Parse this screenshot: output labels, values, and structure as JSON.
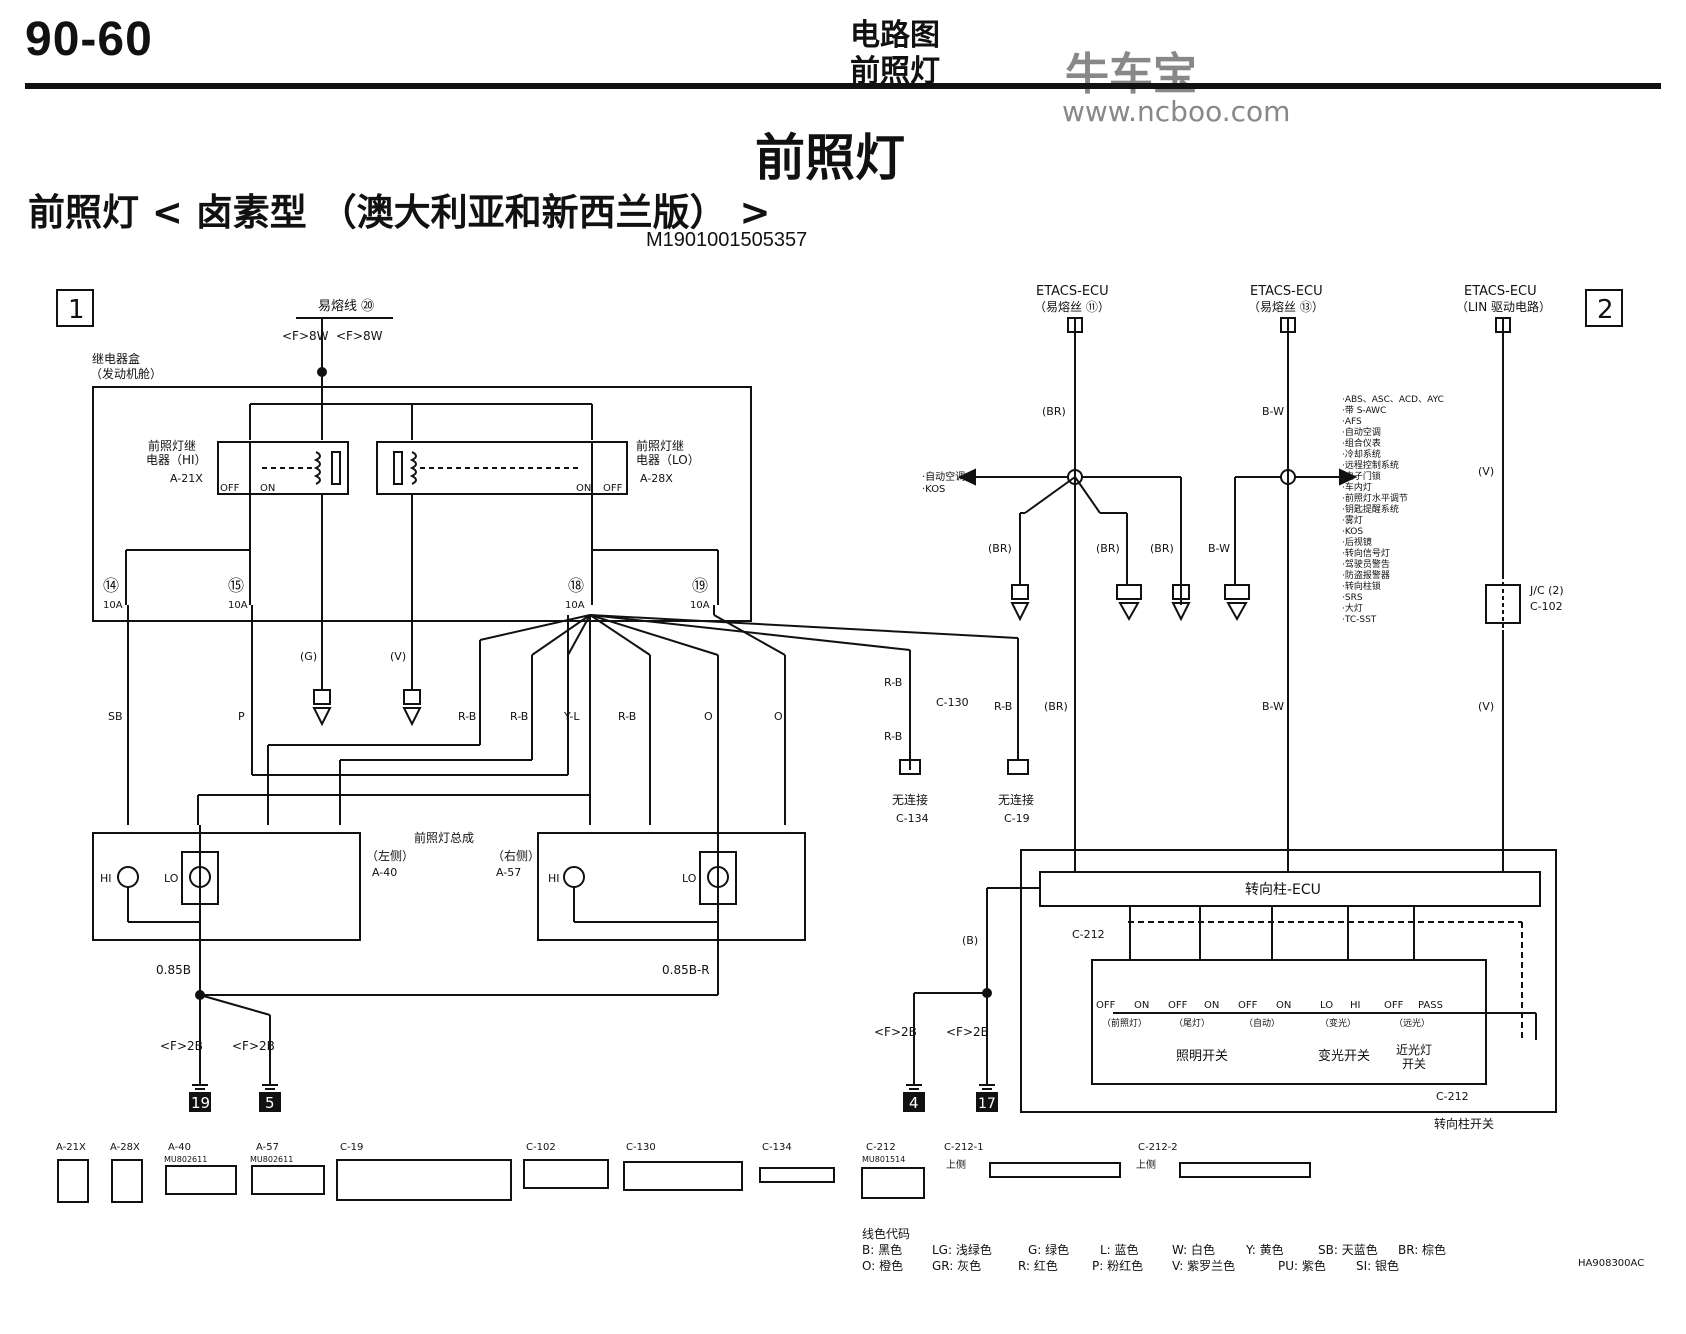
{
  "header": {
    "page_number": "90-60",
    "section": "电路图",
    "subsection": "前照灯"
  },
  "watermark": {
    "brand": "牛车宝",
    "url": "www.ncboo.com"
  },
  "title": "前照灯",
  "subtitle": "前照灯 < 卤素型 （澳大利亚和新西兰版） >",
  "doc_code": "M1901001505357",
  "figure_code": "HA908300AC",
  "sheet_labels": [
    "1",
    "2"
  ],
  "left_panel": {
    "fusible_link": "易熔线 ⑳",
    "f8w_a": "<F>8W",
    "f8w_b": "<F>8W",
    "relay_box_1": "继电器盒",
    "relay_box_2": "（发动机舱）",
    "relay_hi_1": "前照灯继",
    "relay_hi_2": "电器（HI）",
    "relay_hi_code": "A-21X",
    "relay_lo_1": "前照灯继",
    "relay_lo_2": "电器（LO）",
    "relay_lo_code": "A-28X",
    "off": "OFF",
    "on": "ON",
    "fuses": [
      "⑭",
      "⑮",
      "⑱",
      "⑲"
    ],
    "amp": "10A",
    "wire_g": "(G)",
    "wire_v": "(V)",
    "wires_bottom": [
      "SB",
      "P",
      "R-B",
      "R-B",
      "Y-L",
      "R-B",
      "O",
      "O"
    ],
    "assembly": "前照灯总成",
    "left_side": "（左侧）",
    "left_code": "A-40",
    "right_side": "（右侧）",
    "right_code": "A-57",
    "hi": "HI",
    "lo": "LO",
    "gnd_wire_l": "0.85B",
    "gnd_wire_r": "0.85B-R",
    "f2b": "<F>2B",
    "grounds": [
      "19",
      "5"
    ],
    "conn_c130": "C-130",
    "no_connect": "无连接",
    "c134": "C-134",
    "c19": "C-19",
    "rb": "R-B"
  },
  "right_panel": {
    "etacs1_a": "ETACS-ECU",
    "etacs1_b": "（易熔丝 ⑪）",
    "etacs2_a": "ETACS-ECU",
    "etacs2_b": "（易熔丝 ⑬）",
    "etacs3_a": "ETACS-ECU",
    "etacs3_b": "（LIN 驱动电路）",
    "br": "(BR)",
    "bw": "B-W",
    "v": "(V)",
    "auto_ac_1": "·自动空调",
    "auto_ac_2": "·KOS",
    "system_list": [
      "·ABS、ASC、ACD、AYC",
      "·带 S-AWC",
      "·AFS",
      "·自动空调",
      "·组合仪表",
      "·冷却系统",
      "·远程控制系统",
      "·电子门锁",
      "·车内灯",
      "·前照灯水平调节",
      "·钥匙提醒系统",
      "·雾灯",
      "·KOS",
      "·后视镜",
      "·转向信号灯",
      "·驾驶员警告",
      "·防盗报警器",
      "·转向柱锁",
      "·SRS",
      "·大灯",
      "·TC-SST"
    ],
    "jc": "J/C (2)",
    "jc_code": "C-102",
    "column_ecu": "转向柱-ECU",
    "c212": "C-212",
    "b": "(B)",
    "switch_states": [
      "OFF",
      "ON",
      "OFF",
      "ON",
      "OFF",
      "ON",
      "LO",
      "HI",
      "OFF",
      "PASS"
    ],
    "switch_funcs": [
      "（前照灯）",
      "（尾灯）",
      "（自动）",
      "（变光）",
      "（远光）"
    ],
    "lighting_switch": "照明开关",
    "dimmer_switch": "变光开关",
    "passing_1": "近光灯",
    "passing_2": "开关",
    "column_switch": "转向柱开关",
    "grounds": [
      "4",
      "17"
    ]
  },
  "connectors_row": {
    "labels": [
      "A-21X",
      "A-28X",
      "A-40",
      "A-57",
      "C-19",
      "C-102",
      "C-130",
      "C-134",
      "C-212",
      "C-212-1",
      "C-212-2"
    ],
    "sub_labels": [
      "MU802611",
      "MU802611",
      "MU801514"
    ],
    "upper_side": "上侧"
  },
  "color_legend": {
    "title": "线色代码",
    "items": [
      "B: 黑色",
      "LG: 浅绿色",
      "G: 绿色",
      "L: 蓝色",
      "W: 白色",
      "Y: 黄色",
      "SB: 天蓝色",
      "BR: 棕色",
      "O: 橙色",
      "GR: 灰色",
      "R: 红色",
      "P: 粉红色",
      "V: 紫罗兰色",
      "PU: 紫色",
      "SI: 银色"
    ]
  }
}
